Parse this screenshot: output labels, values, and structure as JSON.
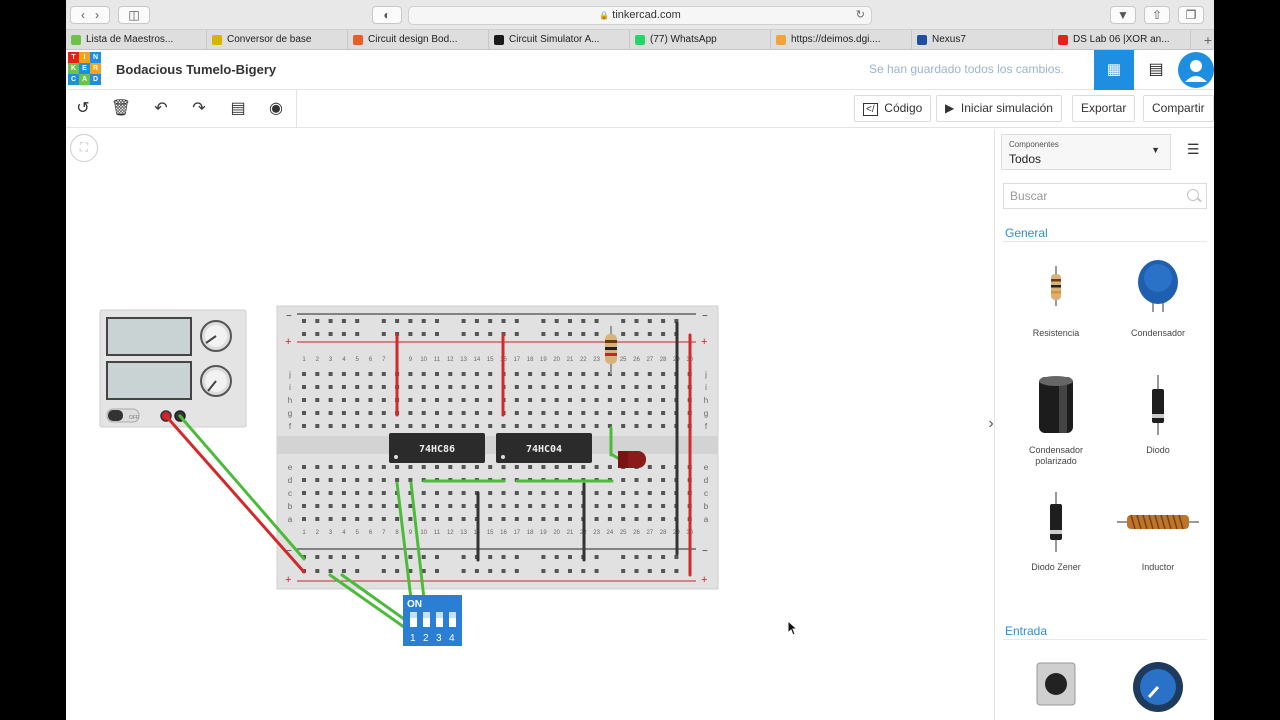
{
  "browser": {
    "url": "tinkercad.com",
    "bookmarks": [
      {
        "label": "Lista de Maestros...",
        "color": "#6cc24a"
      },
      {
        "label": "Conversor de base",
        "color": "#d8b400"
      },
      {
        "label": "Circuit design Bod...",
        "color": "#e85d2a"
      },
      {
        "label": "Circuit Simulator A...",
        "color": "#1a1a1a"
      },
      {
        "label": "(77) WhatsApp",
        "color": "#25d366"
      },
      {
        "label": "https://deimos.dgi....",
        "color": "#f2a33a"
      },
      {
        "label": "Nexus7",
        "color": "#1f4fa0"
      },
      {
        "label": "DS Lab 06 |XOR an...",
        "color": "#e62117"
      }
    ]
  },
  "header": {
    "logo_letters": [
      "T",
      "I",
      "N",
      "K",
      "E",
      "R",
      "C",
      "A",
      "D"
    ],
    "project_title": "Bodacious Tumelo-Bigery",
    "save_status": "Se han guardado todos los cambios."
  },
  "toolbar": {
    "code_label": "Código",
    "simulate_label": "Iniciar simulación",
    "export_label": "Exportar",
    "share_label": "Compartir"
  },
  "circuit": {
    "chip1": "74HC86",
    "chip2": "74HC04",
    "dip_label": "ON",
    "dip_numbers": [
      "1",
      "2",
      "3",
      "4"
    ],
    "supply_off": "OFF",
    "columns": [
      "1",
      "2",
      "3",
      "4",
      "5",
      "6",
      "7",
      "8",
      "9",
      "10",
      "11",
      "12",
      "13",
      "14",
      "15",
      "16",
      "17",
      "18",
      "19",
      "20",
      "21",
      "22",
      "23",
      "24",
      "25",
      "26",
      "27",
      "28",
      "29",
      "30"
    ],
    "rows_top": [
      "j",
      "i",
      "h",
      "g",
      "f"
    ],
    "rows_bottom": [
      "e",
      "d",
      "c",
      "b",
      "a"
    ],
    "rail_plus": "+",
    "rail_minus": "−"
  },
  "panel": {
    "components_label": "Componentes",
    "components_value": "Todos",
    "search_placeholder": "Buscar",
    "section_general": "General",
    "section_input": "Entrada",
    "items": [
      {
        "label": "Resistencia"
      },
      {
        "label": "Condensador"
      },
      {
        "label": "Condensador polarizado"
      },
      {
        "label": "Diodo"
      },
      {
        "label": "Diodo Zener"
      },
      {
        "label": "Inductor"
      }
    ]
  },
  "colors": {
    "accent": "#1e8fe0",
    "wire_red": "#d22a2a",
    "wire_green": "#4cbb3a",
    "wire_black": "#333333",
    "section_title": "#2b8fd6"
  }
}
